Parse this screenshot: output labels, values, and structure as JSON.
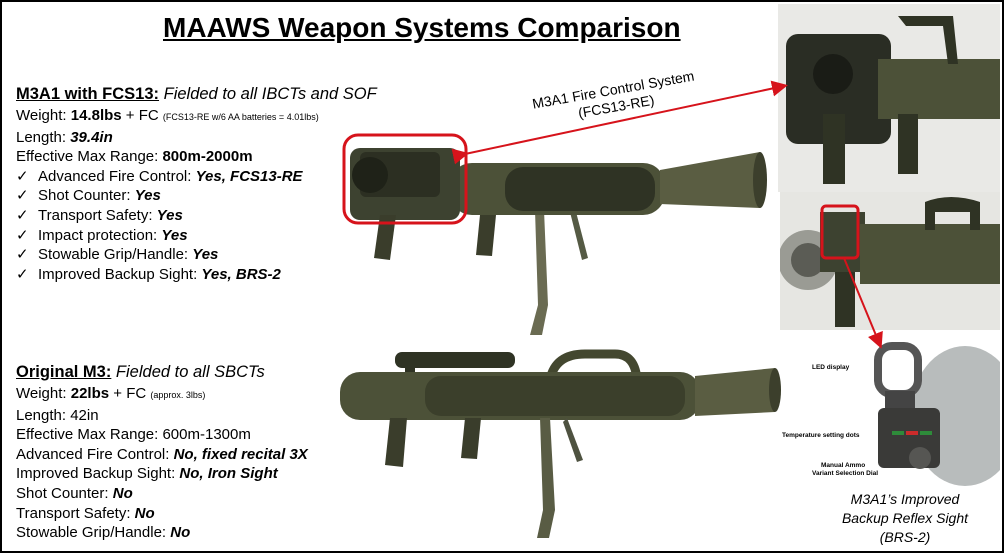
{
  "title": "MAAWS Weapon Systems Comparison",
  "m3a1": {
    "name": "M3A1 with FCS13:",
    "subtitle": " Fielded to all IBCTs and SOF",
    "weight": {
      "label": "Weight: ",
      "value": "14.8lbs",
      "mid": " + FC ",
      "note": "(FCS13-RE w/6 AA batteries = 4.01lbs)"
    },
    "length": {
      "label": "Length: ",
      "value": "39.4in"
    },
    "range": {
      "label": "Effective Max Range: ",
      "value": "800m-2000m"
    },
    "check_mark": "✓",
    "features": [
      {
        "label": "Advanced Fire Control: ",
        "value": "Yes, FCS13-RE"
      },
      {
        "label": "Shot Counter: ",
        "value": "Yes"
      },
      {
        "label": "Transport Safety: ",
        "value": "Yes"
      },
      {
        "label": "Impact protection: ",
        "value": "Yes"
      },
      {
        "label": "Stowable Grip/Handle: ",
        "value": "Yes"
      },
      {
        "label": "Improved Backup Sight: ",
        "value": "Yes, BRS-2"
      }
    ]
  },
  "m3": {
    "name": "Original M3:",
    "subtitle": " Fielded to all SBCTs",
    "weight": {
      "label": "Weight: ",
      "value": "22lbs",
      "mid": " + FC ",
      "note": "(approx. 3lbs)"
    },
    "length": {
      "label": "Length: ",
      "value": "42in"
    },
    "range": {
      "label": "Effective Max Range:  ",
      "value": "600m-1300m"
    },
    "features": [
      {
        "label": "Advanced Fire Control: ",
        "value": "No, fixed recital 3X"
      },
      {
        "label": "Improved Backup Sight: ",
        "value": "No, Iron Sight"
      },
      {
        "label": "Shot Counter: ",
        "value": "No"
      },
      {
        "label": "Transport Safety: ",
        "value": "No"
      },
      {
        "label": "Stowable Grip/Handle: ",
        "value": "No"
      }
    ]
  },
  "callout": {
    "line1": "M3A1 Fire Control System",
    "line2": "(FCS13-RE)"
  },
  "brs_labels": {
    "led": "LED display",
    "temp": "Temperature setting dots",
    "dial1": "Manual Ammo",
    "dial2": "Variant Selection Dial"
  },
  "caption": {
    "line1": "M3A1’s Improved",
    "line2": "Backup Reflex Sight",
    "line3": "(BRS-2)"
  },
  "colors": {
    "highlight": "#d6131b",
    "weapon_green": "#4c5138",
    "weapon_dark": "#2f3324"
  }
}
